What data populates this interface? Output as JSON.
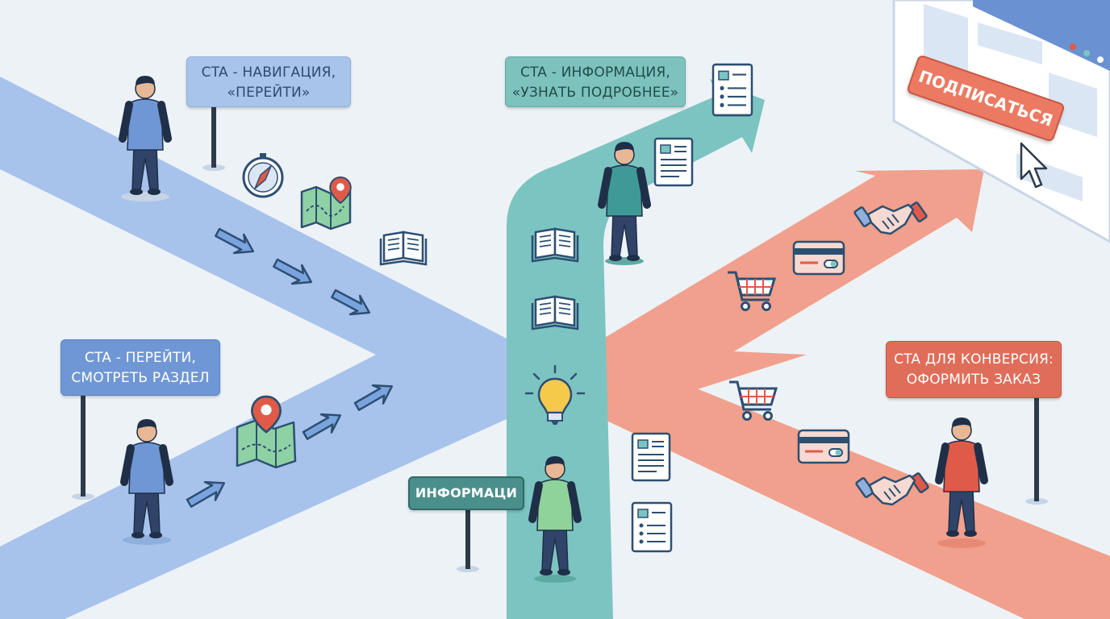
{
  "signs": {
    "nav": [
      "CTA - НАВИГАЦИЯ,",
      "«ПЕРЕЙТИ»"
    ],
    "info": [
      "CTA - ИНФОРМАЦИЯ,",
      "«УЗНАТЬ ПОДРОБНЕЕ»"
    ],
    "section": [
      "CTA - ПЕРЕЙТИ,",
      "СМОТРЕТЬ РАЗДЕЛ"
    ],
    "conversion": [
      "CTA ДЛЯ КОНВЕРСИЯ:",
      "ОФОРМИТЬ ЗАКАЗ"
    ],
    "info_short": "ИНФОРМАЦИ"
  },
  "cta_button": "ПОДПИСАТЬСЯ",
  "colors": {
    "background": "#edf2f7",
    "nav_path": "#a7c3ec",
    "info_path": "#7cc4c1",
    "conversion_path": "#f0a08c",
    "conversion_accent": "#ec7a63"
  },
  "icons": [
    "compass-icon",
    "map-pin-icon",
    "open-book-icon",
    "document-icon",
    "checklist-icon",
    "lightbulb-icon",
    "shopping-cart-icon",
    "credit-card-icon",
    "handshake-icon",
    "mouse-cursor-icon",
    "browser-window-icon"
  ]
}
